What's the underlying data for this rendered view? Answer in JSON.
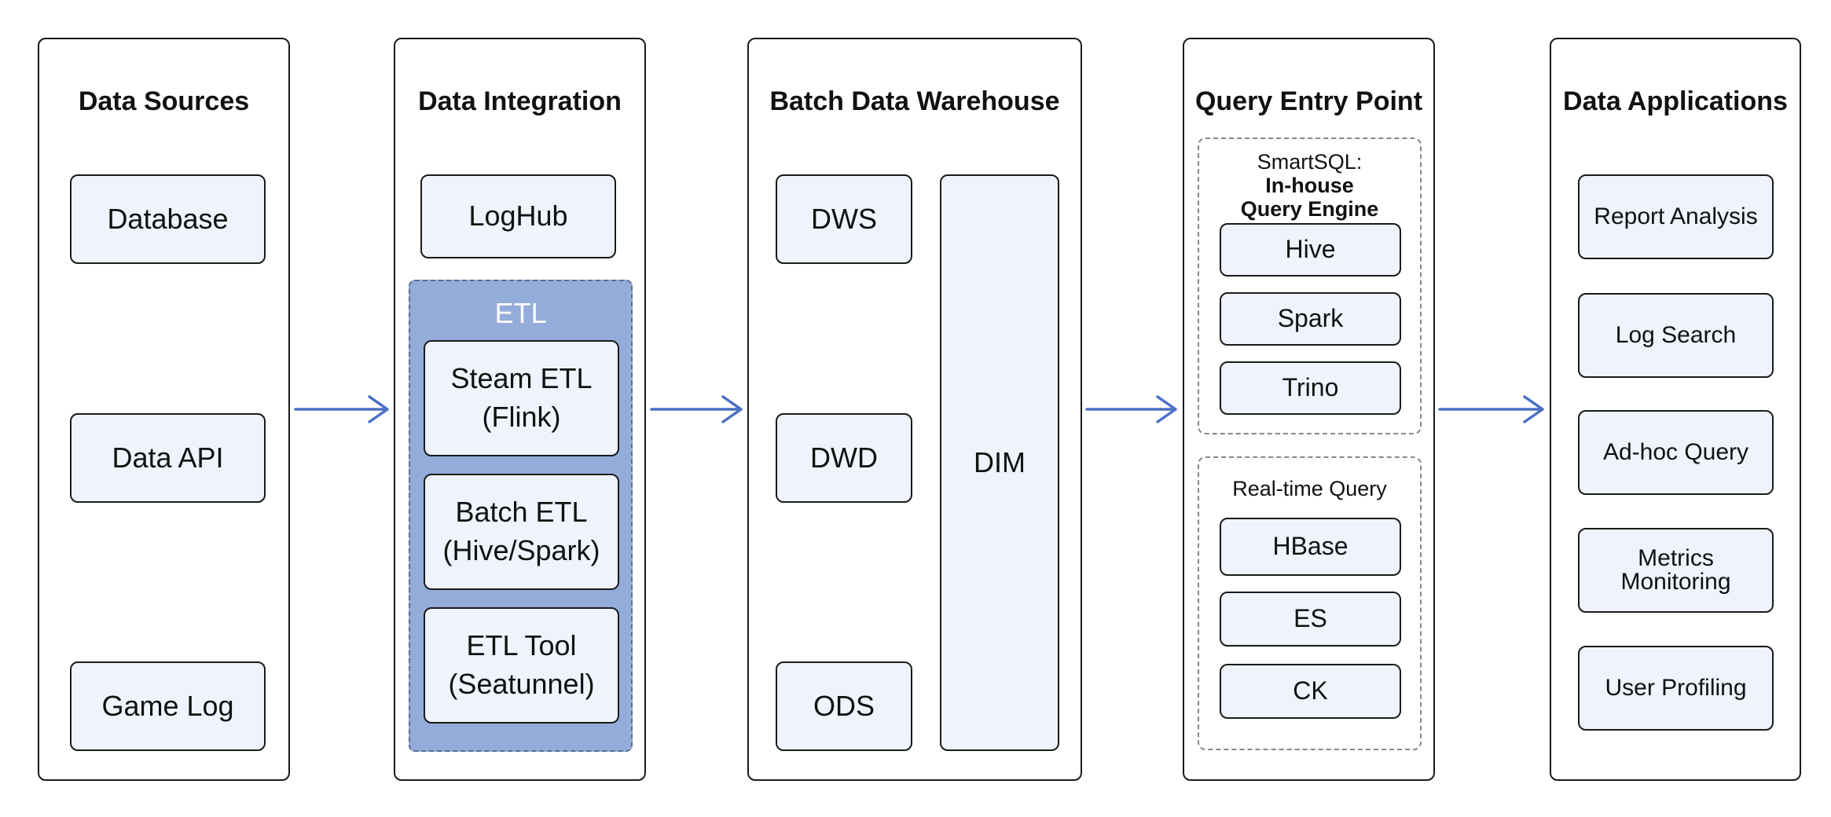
{
  "columns": {
    "sources": {
      "title": "Data Sources",
      "items": [
        "Database",
        "Data API",
        "Game Log"
      ]
    },
    "integration": {
      "title": "Data Integration",
      "loghub": "LogHub",
      "etl": {
        "label": "ETL",
        "items": [
          {
            "line1": "Steam ETL",
            "line2": "(Flink)"
          },
          {
            "line1": "Batch ETL",
            "line2": "(Hive/Spark)"
          },
          {
            "line1": "ETL Tool",
            "line2": "(Seatunnel)"
          }
        ]
      }
    },
    "warehouse": {
      "title": "Batch Data Warehouse",
      "layers": [
        "DWS",
        "DWD",
        "ODS"
      ],
      "dim": "DIM"
    },
    "query": {
      "title": "Query Entry Point",
      "smartsql": {
        "line1": "SmartSQL:",
        "line2": "In-house",
        "line3": "Query Engine",
        "engines": [
          "Hive",
          "Spark",
          "Trino"
        ]
      },
      "realtime": {
        "label": "Real-time Query",
        "engines": [
          "HBase",
          "ES",
          "CK"
        ]
      }
    },
    "applications": {
      "title": "Data Applications",
      "items": [
        {
          "line1": "Report Analysis",
          "line2": ""
        },
        {
          "line1": "Log Search",
          "line2": ""
        },
        {
          "line1": "Ad-hoc Query",
          "line2": ""
        },
        {
          "line1": "Metrics",
          "line2": "Monitoring"
        },
        {
          "line1": "User Profiling",
          "line2": ""
        }
      ]
    }
  },
  "colors": {
    "arrow": "#4a70c4",
    "node_fill": "#eef3fc",
    "etl_fill": "#94acda"
  }
}
